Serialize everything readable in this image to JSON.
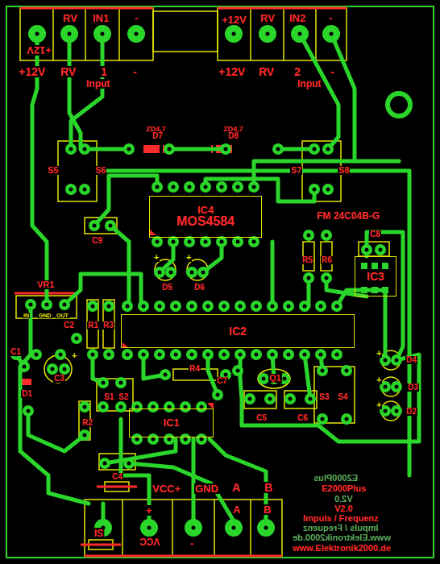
{
  "diagram": {
    "nodes": [
      {
        "text": [
          "IC4",
          "MOS4584"
        ]
      },
      {
        "text": [
          "IC3"
        ]
      },
      {
        "text": [
          "IC2"
        ]
      },
      {
        "text": [
          "IC1"
        ]
      }
    ],
    "labels": [
      "+12V",
      "RV",
      "IN1",
      "-",
      "+12V",
      "RV",
      "IN2",
      "-",
      "+12V",
      "RV",
      "1",
      "-",
      "Input",
      "+12V",
      "RV",
      "2",
      "-",
      "Input",
      "ZD4,7",
      "D7",
      "ZD4,7",
      "D8",
      "S5",
      "S6",
      "S7",
      "S8",
      "FM 24C04B-G",
      "C9",
      "C8",
      "R5",
      "R6",
      "+",
      "+",
      "D5",
      "D6",
      "VR1",
      "IN",
      "GND",
      "OUT",
      "C1",
      "C2",
      "C3",
      "+",
      "R1",
      "R3",
      "R4",
      "C7",
      "Q1",
      "S1",
      "S2",
      "S3",
      "S4",
      "C5",
      "C6",
      "D1",
      "R2",
      "C4",
      "+",
      "D4",
      "+",
      "D3",
      "+",
      "D2",
      "VCC+",
      "GND",
      "A",
      "B",
      "A",
      "B",
      "+",
      "VCC",
      "SI",
      "-",
      "E2000Plus",
      "E2000Plus",
      "V2.0",
      "V2.0",
      "Impuls / Frequenz",
      "Impuls / Frequenz",
      "www.Elektronik2000.de",
      "www.Elektronik2000.de"
    ]
  }
}
